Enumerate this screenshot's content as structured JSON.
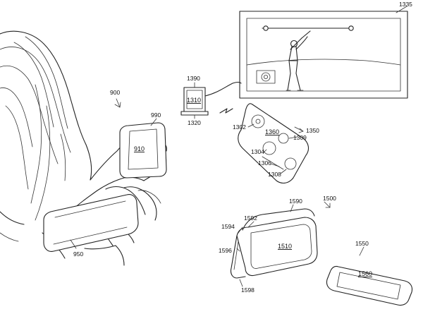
{
  "labels": {
    "ref_900": "900",
    "ref_990": "990",
    "ref_910": "910",
    "ref_950": "950",
    "ref_1335": "1335",
    "ref_1390": "1390",
    "ref_1310": "1310",
    "ref_1320": "1320",
    "ref_1302": "1302",
    "ref_1360": "1360",
    "ref_1309": "1309",
    "ref_1350": "1350",
    "ref_1304": "1304",
    "ref_1306": "1306",
    "ref_1308": "1308",
    "ref_1500": "1500",
    "ref_1590": "1590",
    "ref_1592": "1592",
    "ref_1594": "1594",
    "ref_1596": "1596",
    "ref_1510": "1510",
    "ref_1598": "1598",
    "ref_1550": "1550",
    "ref_1560": "1560"
  }
}
